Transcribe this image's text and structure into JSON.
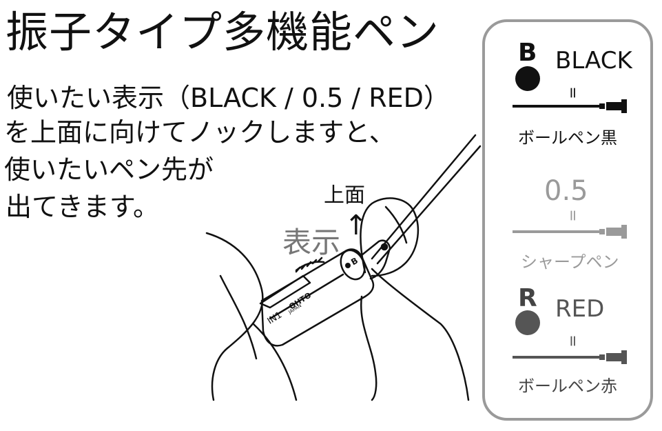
{
  "title": "振子タイプ多機能ペン",
  "description": {
    "line1": "使いたい表示（BLACK / 0.5 / RED）",
    "line2": "を上面に向けてノックしますと、",
    "line3": "使いたいペン先が",
    "line4": "出てきます。"
  },
  "illustration": {
    "up_label": "上面",
    "display_label": "表示",
    "arrow": "↑",
    "pen_brand": "OHTO",
    "pen_country": "JAPAN",
    "pen_model": "IN1",
    "pen_letter": "B"
  },
  "legend": {
    "items": [
      {
        "letter": "B",
        "name": "BLACK",
        "eq": "=",
        "caption": "ボールペン黒",
        "color": "#111111"
      },
      {
        "letter": "",
        "name": "0.5",
        "eq": "=",
        "caption": "シャープペン",
        "color": "#9a9a9a"
      },
      {
        "letter": "R",
        "name": "RED",
        "eq": "=",
        "caption": "ボールペン赤",
        "color": "#555555"
      }
    ]
  },
  "colors": {
    "panel_border": "#9a9a9a",
    "gray_text": "#777777"
  }
}
